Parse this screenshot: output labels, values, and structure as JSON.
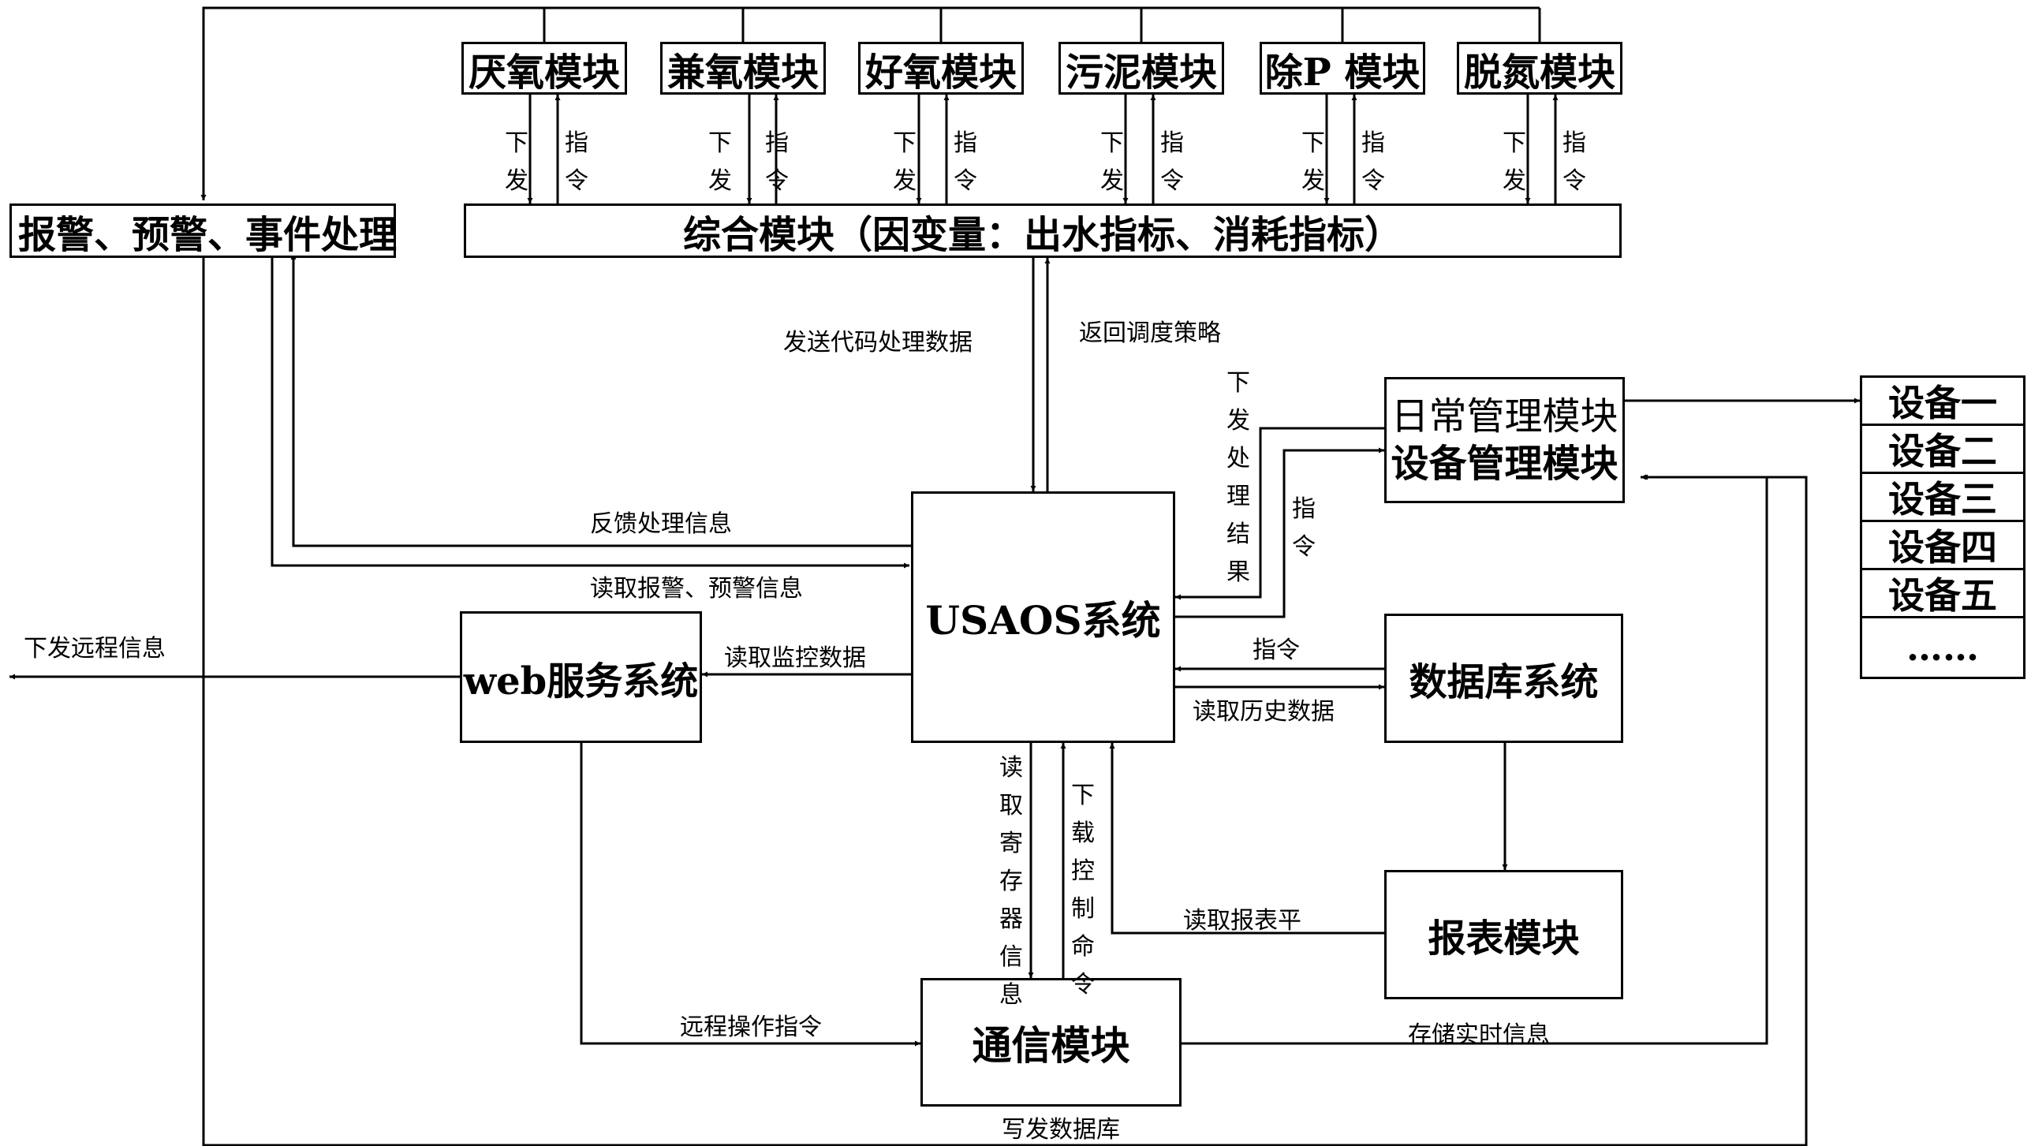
{
  "modules": {
    "anaerobic": "厌氧模块",
    "anoxic": "兼氧模块",
    "aerobic": "好氧模块",
    "sludge": "污泥模块",
    "p_removal": "除P 模块",
    "denitrification": "脱氮模块"
  },
  "module_link": {
    "down": "下发",
    "cmd": "指令"
  },
  "alarm_box": "报警、预警、事件处理",
  "integrated_box": "综合模块（因变量：出水指标、消耗指标）",
  "usaos_box": "USAOS系统",
  "web_box": "web服务系统",
  "db_box": "数据库系统",
  "report_box": "报表模块",
  "comm_box": "通信模块",
  "mgmt_box": {
    "daily": "日常管理模块",
    "equipment": "设备管理模块"
  },
  "devices": [
    "设备一",
    "设备二",
    "设备三",
    "设备四",
    "设备五",
    "……"
  ],
  "labels": {
    "send_code": "发送代码处理数据",
    "return_strategy": "返回调度策略",
    "issue_result": "下发处理结果",
    "instruction_mgmt": "指令",
    "feedback": "反馈处理信息",
    "read_alarm": "读取报警、预警信息",
    "read_monitor": "读取监控数据",
    "issue_remote": "下发远程信息",
    "instruction_db": "指令",
    "read_history": "读取历史数据",
    "read_register": "读取寄存器信息",
    "download_control": "下载控制命令",
    "read_report": "读取报表平",
    "remote_op": "远程操作指令",
    "store_realtime": "存储实时信息",
    "write_db": "写发数据库"
  }
}
